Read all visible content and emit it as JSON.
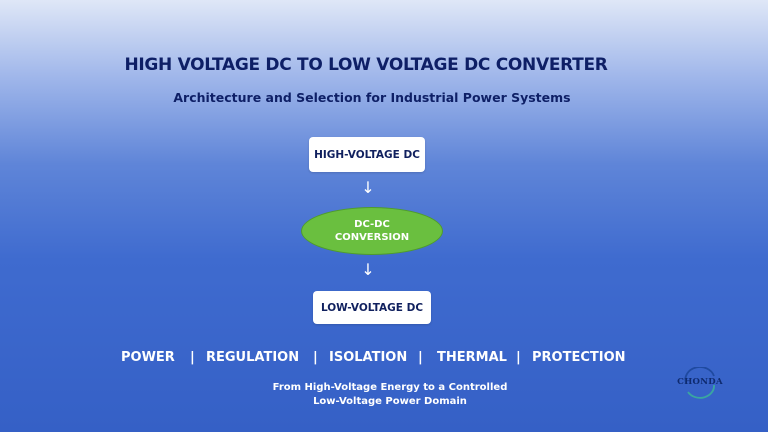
{
  "header": {
    "title": "HIGH VOLTAGE DC TO LOW VOLTAGE DC CONVERTER",
    "subtitle": "Architecture and Selection for Industrial Power Systems"
  },
  "diagram": {
    "input_label": "HIGH-VOLTAGE DC",
    "conversion_line1": "DC-DC",
    "conversion_line2": "CONVERSION",
    "output_label": "LOW-VOLTAGE DC",
    "arrow_glyph": "↓"
  },
  "features": {
    "items": [
      "POWER",
      "|",
      "REGULATION",
      "|",
      "ISOLATION",
      "|",
      "THERMAL",
      "|",
      "PROTECTION"
    ]
  },
  "footer": {
    "line1": "From High-Voltage Energy to a Controlled",
    "line2": "Low-Voltage Power Domain"
  },
  "logo": {
    "text": "CHONDA"
  },
  "colors": {
    "title": "#0e1f66",
    "conversion_fill": "#6abf3f",
    "box_fill": "#ffffff"
  }
}
